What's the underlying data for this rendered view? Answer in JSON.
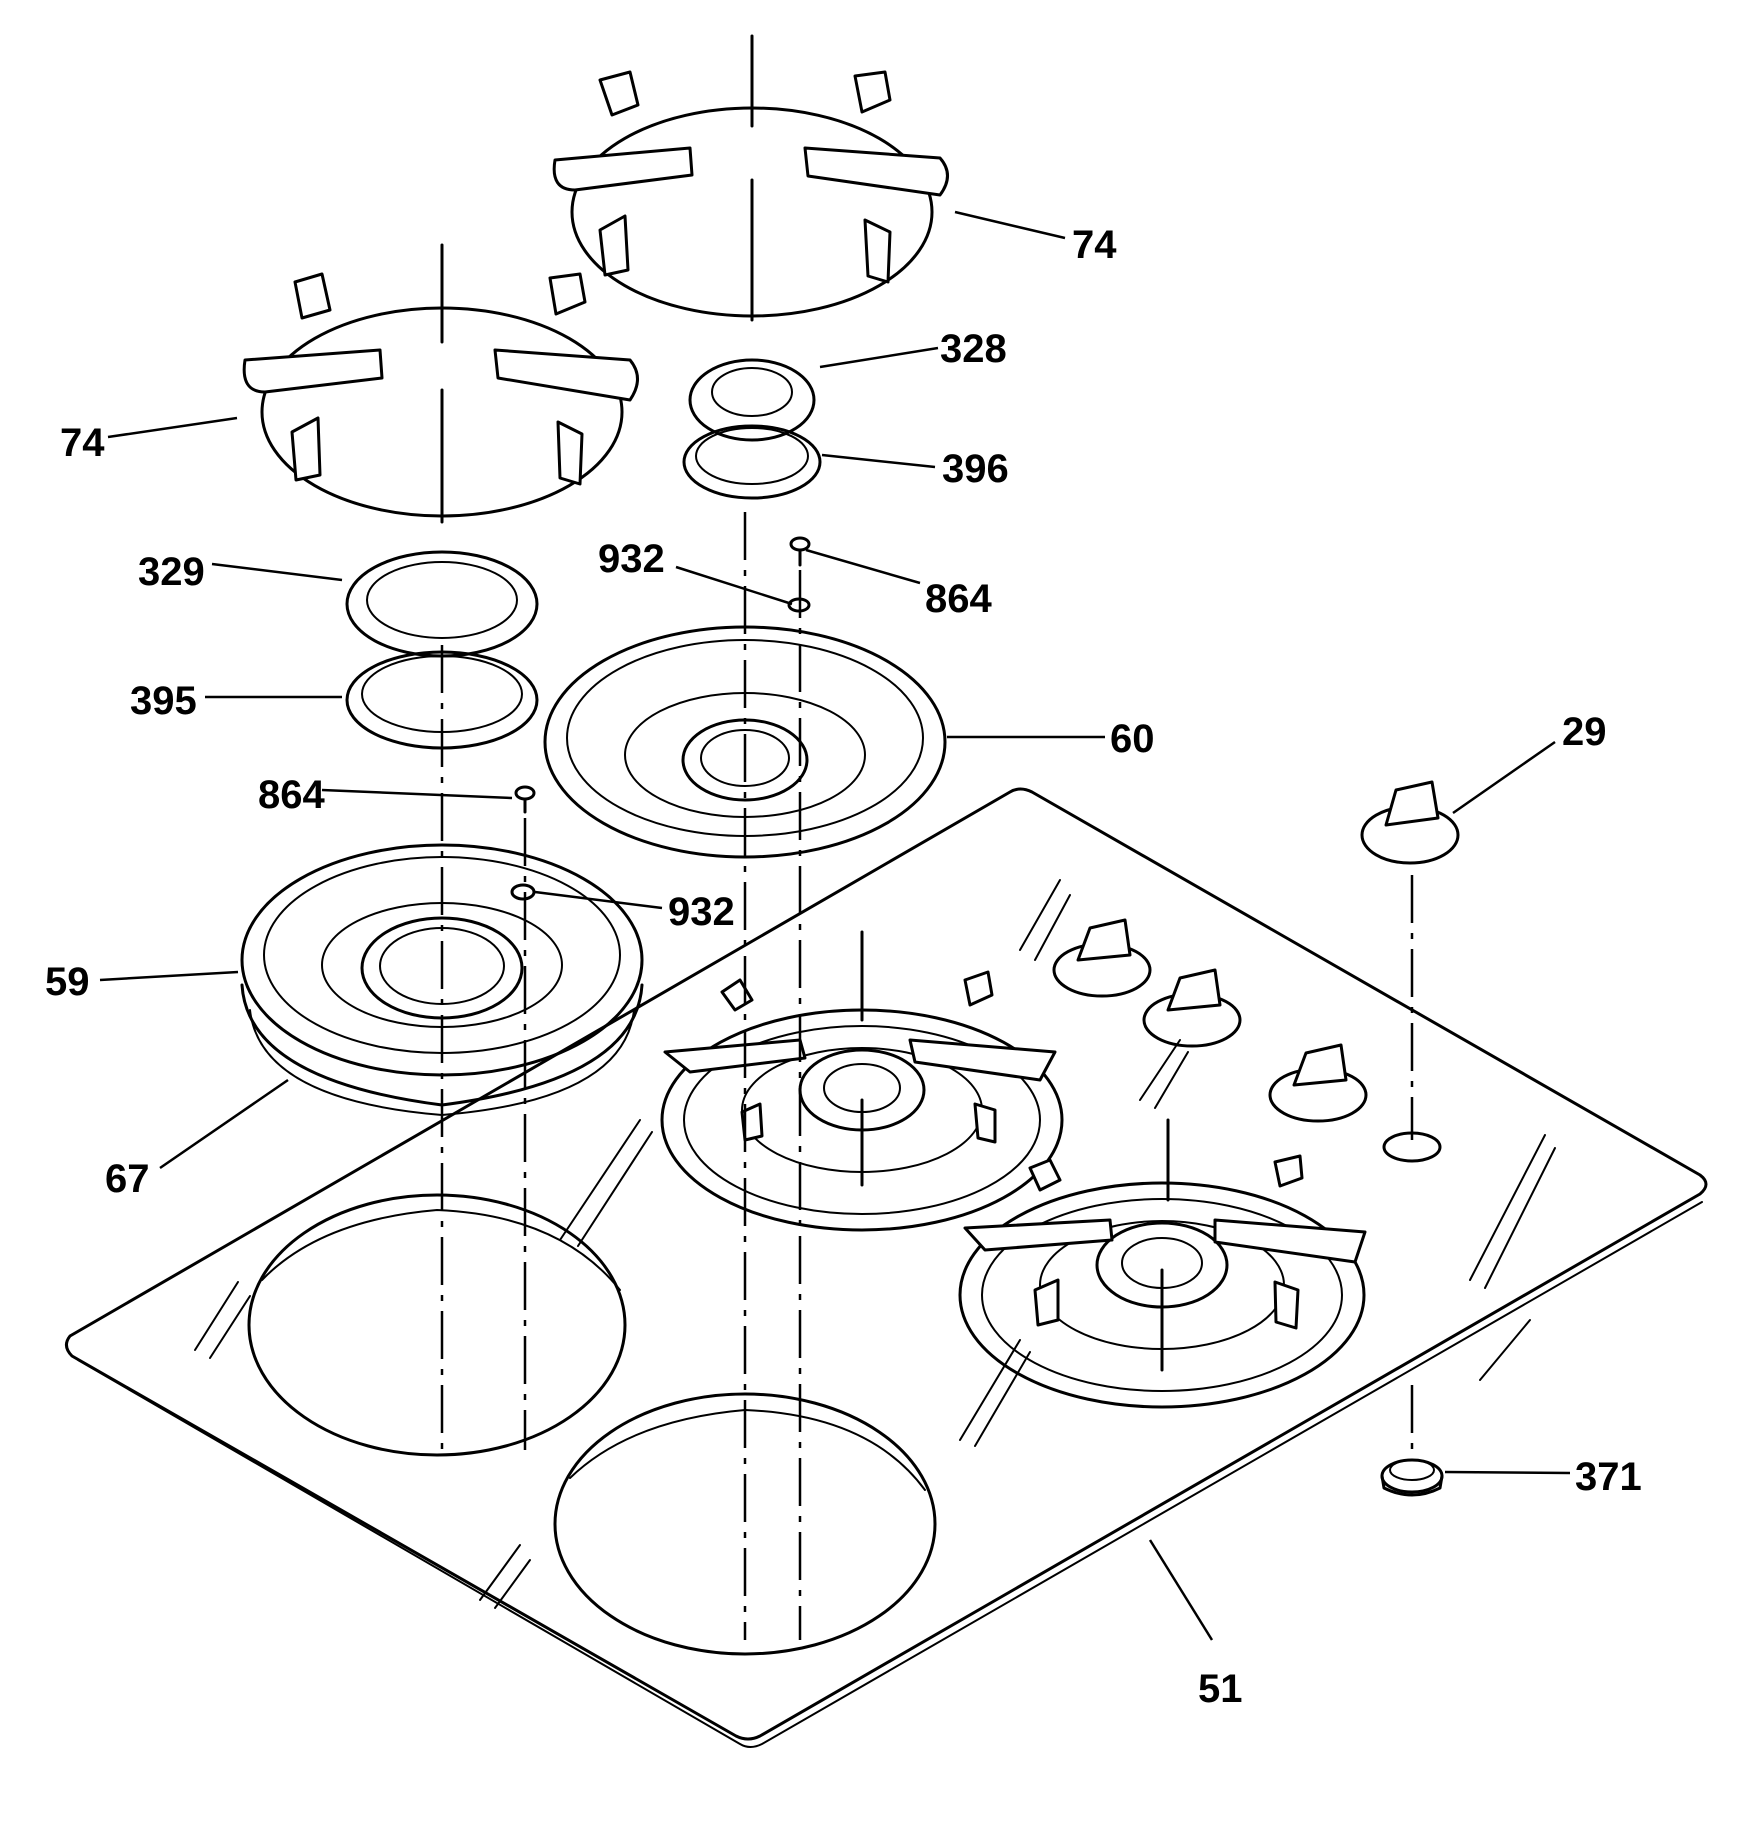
{
  "labels": {
    "grate_rear": "74",
    "grate_left": "74",
    "cap_328": "328",
    "ring_396": "396",
    "washer_932_upper": "932",
    "screw_864_upper": "864",
    "pan_60": "60",
    "cap_329": "329",
    "ring_395": "395",
    "screw_864_lower": "864",
    "washer_932_lower": "932",
    "pan_59": "59",
    "trim_67": "67",
    "knob_29": "29",
    "plug_371": "371",
    "cooktop_51": "51"
  },
  "colors": {
    "ink": "#000000",
    "paper": "#ffffff"
  }
}
